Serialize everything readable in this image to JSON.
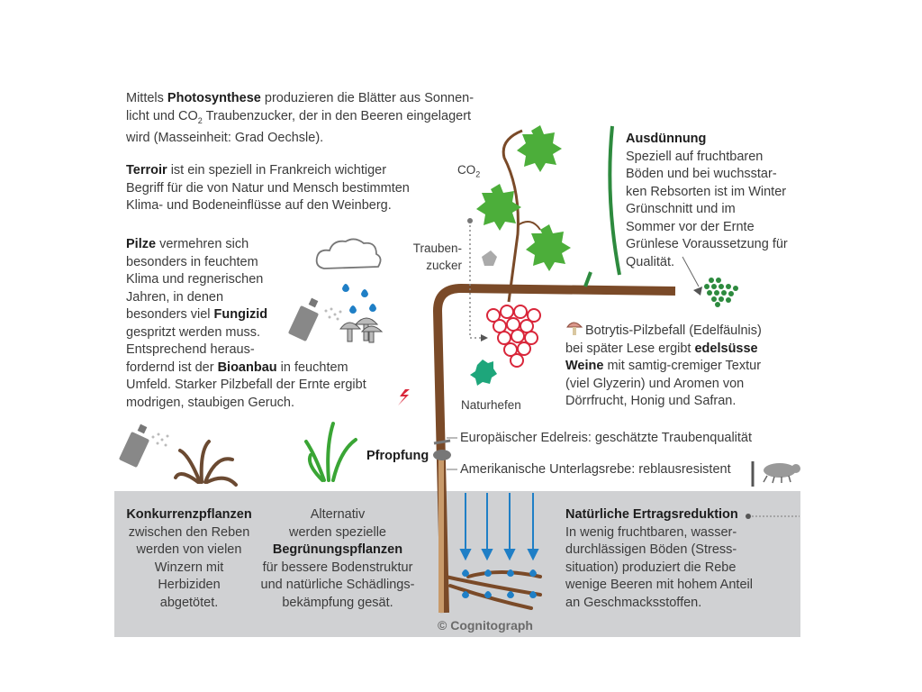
{
  "photosynthesis": {
    "pre": "Mittels ",
    "bold": "Photosynthese",
    "line1_rest": " produzieren die Blätter aus Sonnen-",
    "line2_pre": "licht und CO",
    "line2_sub": "2",
    "line2_rest": " Traubenzucker, der in den Beeren eingelagert",
    "line3": "wird (Masseinheit: Grad Oechsle)."
  },
  "terroir": {
    "bold": "Terroir",
    "line1_rest": " ist ein speziell in Frankreich wichtiger",
    "line2": "Begriff für die von Natur und Mensch bestimmten",
    "line3": "Klima- und Bodeneinflüsse auf den Weinberg."
  },
  "pilze": {
    "bold1": "Pilze",
    "line1_rest": " vermehren sich",
    "line2": "besonders in feuchtem",
    "line3": "Klima und regnerischen",
    "line4": "Jahren, in denen",
    "line5_pre": "besonders viel ",
    "bold2": "Fungizid",
    "line6": "gespritzt werden muss.",
    "line7": "Entsprechend heraus-",
    "line8_pre": "fordernd ist der ",
    "bold3": "Bioanbau",
    "line8_rest": " in feuchtem",
    "line9": "Umfeld. Starker Pilzbefall der Ernte ergibt",
    "line10": "modrigen, staubigen Geruch."
  },
  "ausduennung": {
    "title": "Ausdünnung",
    "lines": [
      "Speziell auf fruchtbaren",
      "Böden und bei wuchsstar-",
      "ken Rebsorten ist im Winter",
      "Grünschnitt und im",
      "Sommer vor der Ernte",
      "Grünlese Voraussetzung für",
      "Qualität."
    ]
  },
  "labels": {
    "co2": "CO",
    "co2_sub": "2",
    "traubenzucker_1": "Trauben-",
    "traubenzucker_2": "zucker",
    "naturhefen": "Naturhefen",
    "pfropfung": "Pfropfung",
    "edelreis": "Europäischer Edelreis: geschätzte Traubenqualität",
    "unterlagsrebe": "Amerikanische Unterlagsrebe: reblausresistent"
  },
  "botrytis": {
    "line1": "Botrytis-Pilzbefall (Edelfäulnis)",
    "line2_pre": "bei später Lese ergibt ",
    "bold1": "edelsüsse",
    "bold2": "Weine",
    "line3_rest": " mit samtig-cremiger Textur",
    "line4": "(viel Glyzerin) und Aromen von",
    "line5": "Dörrfrucht, Honig und Safran."
  },
  "konkurrenz": {
    "title": "Konkurrenzpflanzen",
    "lines": [
      "zwischen den Reben",
      "werden von vielen",
      "Winzern mit",
      "Herbiziden",
      "abgetötet."
    ]
  },
  "alternativ": {
    "line1": "Alternativ",
    "line2": "werden spezielle",
    "bold": "Begrünungspflanzen",
    "lines": [
      "für bessere Bodenstruktur",
      "und natürliche Schädlings-",
      "bekämpfung gesät."
    ]
  },
  "ertrag": {
    "title": "Natürliche Ertragsreduktion",
    "lines": [
      "In wenig fruchtbaren, wasser-",
      "durchlässigen Böden (Stress-",
      "situation) produziert die Rebe",
      "wenige Beeren mit hohem Anteil",
      "an Geschmacksstoffen."
    ]
  },
  "credit": "© Cognitograph",
  "colors": {
    "vine": "#7a4a28",
    "leaf": "#4cae3a",
    "grape": "#d9263a",
    "water": "#1f7fc6",
    "soil": "#d0d1d3",
    "hedge": "#2d8a3e"
  }
}
